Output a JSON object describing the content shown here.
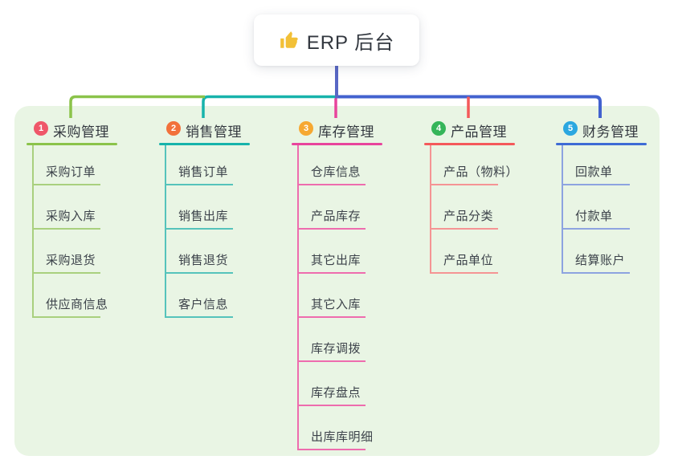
{
  "root": {
    "icon": "thumbs-up-icon",
    "label": "ERP 后台"
  },
  "colors": {
    "panel_bg": "#e9f5e4",
    "root_connector": "#5867c5",
    "bus_right_connector": "#4262cf",
    "thumb_icon": "#f2c037"
  },
  "branches": [
    {
      "num": "1",
      "title": "采购管理",
      "badge_color": "#ef5769",
      "line_color": "#8bc34a",
      "child_line_color": "#a9d07e",
      "children": [
        "采购订单",
        "采购入库",
        "采购退货",
        "供应商信息"
      ]
    },
    {
      "num": "2",
      "title": "销售管理",
      "badge_color": "#f2713b",
      "line_color": "#17b3ab",
      "child_line_color": "#55c3bb",
      "children": [
        "销售订单",
        "销售出库",
        "销售退货",
        "客户信息"
      ]
    },
    {
      "num": "3",
      "title": "库存管理",
      "badge_color": "#f6a832",
      "line_color": "#e8449c",
      "child_line_color": "#ee6cae",
      "children": [
        "仓库信息",
        "产品库存",
        "其它出库",
        "其它入库",
        "库存调拨",
        "库存盘点",
        "出库库明细"
      ]
    },
    {
      "num": "4",
      "title": "产品管理",
      "badge_color": "#35b559",
      "line_color": "#f4595a",
      "child_line_color": "#f59494",
      "children": [
        "产品（物料）",
        "产品分类",
        "产品单位"
      ]
    },
    {
      "num": "5",
      "title": "财务管理",
      "badge_color": "#2ba7e0",
      "line_color": "#3e6bd5",
      "child_line_color": "#8da3e0",
      "children": [
        "回款单",
        "付款单",
        "结算账户"
      ]
    }
  ]
}
